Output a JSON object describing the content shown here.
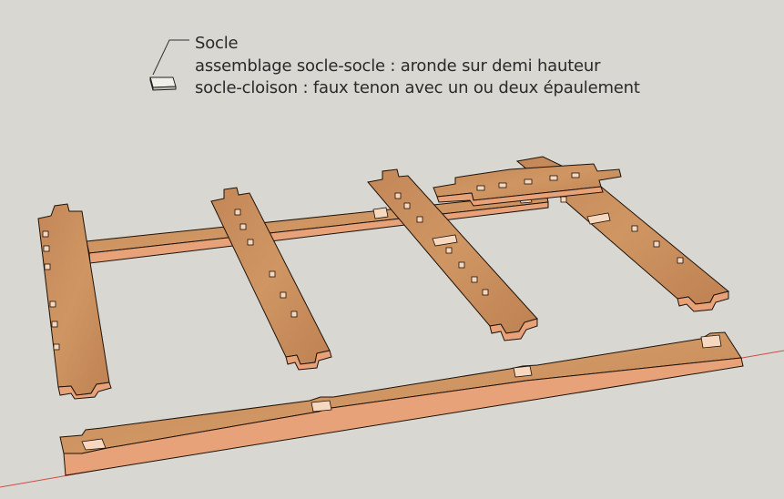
{
  "note": {
    "title": "Socle",
    "line1": "assemblage socle-socle : aronde sur demi hauteur",
    "line2": "socle-cloison : faux tenon avec un ou deux épaulement"
  },
  "colors": {
    "background": "#d8d7d2",
    "wood_top": "#c98c5c",
    "wood_side": "#e8a27a",
    "mortise": "#f6d8c0",
    "outline": "#1e1208",
    "axis_red": "#d24a4a"
  }
}
